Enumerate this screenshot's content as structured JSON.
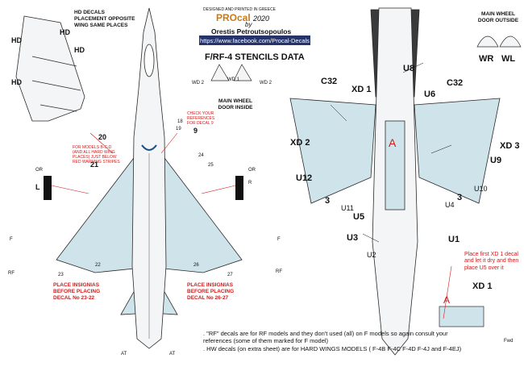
{
  "header": {
    "designed_by": "DESIGNED AND PRINTED IN GREECE",
    "brand": "PROcal",
    "year": "2020",
    "by": "by",
    "author": "Orestis Petroutsopoulos",
    "facebook_url": "https://www.facebook.com/Procal-Decals",
    "title": "F/RF-4   STENCILS DATA"
  },
  "notes": {
    "hd_note": "HD DECALS PLACEMENT OPPOSITE WING SAME PLACES",
    "main_wheel_inside": "MAIN WHEEL DOOR INSIDE",
    "main_wheel_outside": "MAIN WHEEL DOOR OUTSIDE",
    "check_ref": "CHECK YOUR REFERENCES FOR DECAL 9",
    "models_note": "FOR MODELS B-C-D (AND ALL HARD WING PLACES) JUST BELOW RED WARNING STRIPES",
    "insignias_left": "PLACE INSIGNIAS BEFORE PLACING DECAL No 23-22",
    "insignias_right": "PLACE INSIGNIAS BEFORE PLACING DECAL No 26-27",
    "xd1_note": "Place first XD 1 decal and let it dry and then place U5 over it",
    "fwd": "Fwd"
  },
  "labels": {
    "hd": "HD",
    "wd2": "WD 2",
    "wd1": "WD 1",
    "or": "OR",
    "l": "L",
    "r": "R",
    "f": "F",
    "rf": "RF",
    "at": "AT",
    "n9": "9",
    "n18": "18",
    "n19": "19",
    "n20": "20",
    "n21": "21",
    "n22": "22",
    "n23": "23",
    "n24": "24",
    "n25": "25",
    "n26": "26",
    "n27": "27",
    "c32": "C32",
    "xd1": "XD 1",
    "xd2": "XD 2",
    "xd3": "XD 3",
    "u1": "U1",
    "u2": "U2",
    "u3": "U3",
    "u4": "U4",
    "u5": "U5",
    "u6": "U6",
    "u8": "U8",
    "u9": "U9",
    "u10": "U10",
    "u11": "U11",
    "u12": "U12",
    "n3": "3",
    "a": "A",
    "wr": "WR",
    "wl": "WL"
  },
  "footer": {
    "rf_note": ". \"RF\" decals are for RF models and they don't used (all) on F models so again consult your references (some of them marked for F model)",
    "hw_note": ". HW decals (on extra sheet) are for HARD WINGS MODELS ( F-4B F-4C F-4D F-4J and F-4EJ)"
  },
  "colors": {
    "stencil_fill": "#cfe3ea",
    "airframe_fill": "#f4f5f6",
    "outline": "#2a2a2a",
    "accent_red": "#d11a1a",
    "fb_bar": "#25336b"
  }
}
